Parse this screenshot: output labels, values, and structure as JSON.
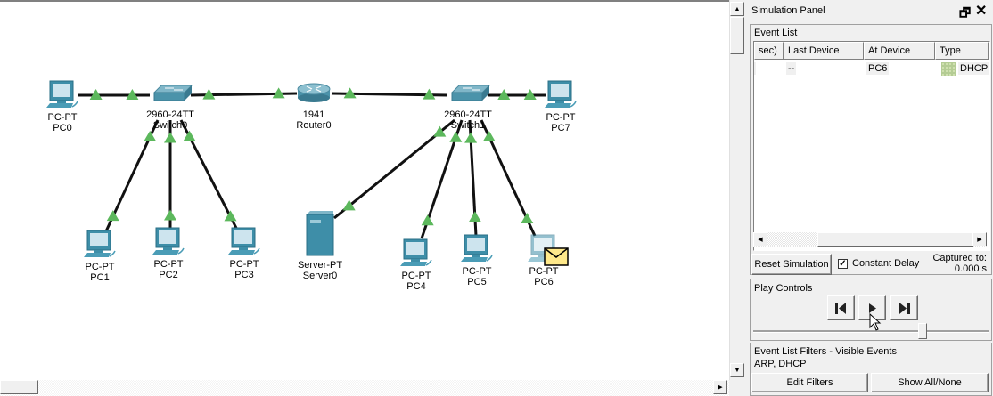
{
  "topology": {
    "devices": [
      {
        "id": "PC0",
        "model": "PC-PT",
        "name": "PC0",
        "type": "pc"
      },
      {
        "id": "Switch0",
        "model": "2960-24TT",
        "name": "Switch0",
        "type": "switch"
      },
      {
        "id": "Router0",
        "model": "1941",
        "name": "Router0",
        "type": "router"
      },
      {
        "id": "Switch1",
        "model": "2960-24TT",
        "name": "Switch1",
        "type": "switch"
      },
      {
        "id": "PC7",
        "model": "PC-PT",
        "name": "PC7",
        "type": "pc"
      },
      {
        "id": "PC1",
        "model": "PC-PT",
        "name": "PC1",
        "type": "pc"
      },
      {
        "id": "PC2",
        "model": "PC-PT",
        "name": "PC2",
        "type": "pc"
      },
      {
        "id": "PC3",
        "model": "PC-PT",
        "name": "PC3",
        "type": "pc"
      },
      {
        "id": "Server0",
        "model": "Server-PT",
        "name": "Server0",
        "type": "server"
      },
      {
        "id": "PC4",
        "model": "PC-PT",
        "name": "PC4",
        "type": "pc"
      },
      {
        "id": "PC5",
        "model": "PC-PT",
        "name": "PC5",
        "type": "pc"
      },
      {
        "id": "PC6",
        "model": "PC-PT",
        "name": "PC6",
        "type": "pc",
        "has_pdu": true
      }
    ],
    "links": [
      [
        "PC0",
        "Switch0"
      ],
      [
        "Switch0",
        "Router0"
      ],
      [
        "Router0",
        "Switch1"
      ],
      [
        "Switch1",
        "PC7"
      ],
      [
        "Switch0",
        "PC1"
      ],
      [
        "Switch0",
        "PC2"
      ],
      [
        "Switch0",
        "PC3"
      ],
      [
        "Switch1",
        "Server0"
      ],
      [
        "Switch1",
        "PC4"
      ],
      [
        "Switch1",
        "PC5"
      ],
      [
        "Switch1",
        "PC6"
      ]
    ],
    "link_status_color": "#5cb85c"
  },
  "panel": {
    "title": "Simulation Panel",
    "restore_icon": "restore-icon",
    "close_icon": "close-icon",
    "event_list": {
      "label": "Event List",
      "columns": [
        "sec)",
        "Last Device",
        "At Device",
        "Type"
      ],
      "rows": [
        {
          "time": "",
          "last_device": "--",
          "at_device": "PC6",
          "type": "DHCP",
          "type_color": "#b4cc94"
        }
      ]
    },
    "reset_label": "Reset Simulation",
    "constant_delay_label": "Constant Delay",
    "constant_delay_checked": true,
    "captured_label": "Captured to:",
    "captured_value": "0.000 s",
    "play_controls": {
      "label": "Play Controls",
      "back_icon": "step-back-icon",
      "play_icon": "play-icon",
      "forward_icon": "step-forward-icon",
      "speed_fraction": 0.72
    },
    "filters": {
      "label": "Event List Filters - Visible Events",
      "value": "ARP, DHCP",
      "edit_label": "Edit Filters",
      "show_all_label": "Show All/None"
    }
  }
}
